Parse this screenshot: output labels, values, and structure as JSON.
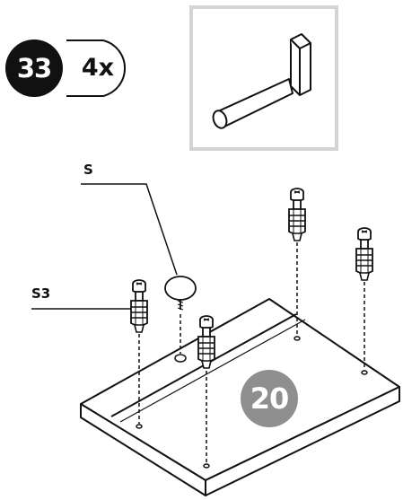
{
  "step": {
    "number": "33",
    "quantity": "4x"
  },
  "labels": {
    "cam_cap": "S",
    "dowel": "S3"
  },
  "part": {
    "number": "20"
  },
  "colors": {
    "ink": "#111111",
    "badge_fill": "#111111",
    "part_badge_fill": "#8f8f8f",
    "detail_border": "#d4d4d4"
  },
  "icons": {
    "detail": "connector-bolt-icon"
  }
}
